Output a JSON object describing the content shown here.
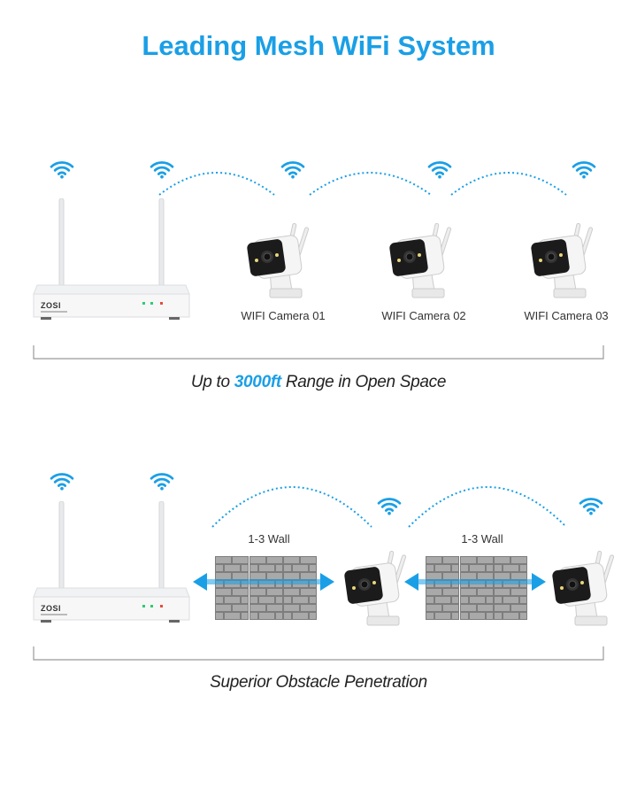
{
  "title": "Leading Mesh WiFi System",
  "section1": {
    "cameras": [
      {
        "label": "WIFI Camera 01"
      },
      {
        "label": "WIFI Camera 02"
      },
      {
        "label": "WIFI Camera 03"
      }
    ],
    "caption_prefix": "Up to ",
    "caption_highlight": "3000ft",
    "caption_suffix": " Range in Open Space"
  },
  "section2": {
    "wall_labels": [
      "1-3 Wall",
      "1-3 Wall"
    ],
    "caption": "Superior Obstacle Penetration"
  },
  "router": {
    "brand": "ZOSI"
  },
  "colors": {
    "accent": "#1a9fe6",
    "wall": "#8a8a8a",
    "arrow": "#1a9fe6"
  }
}
